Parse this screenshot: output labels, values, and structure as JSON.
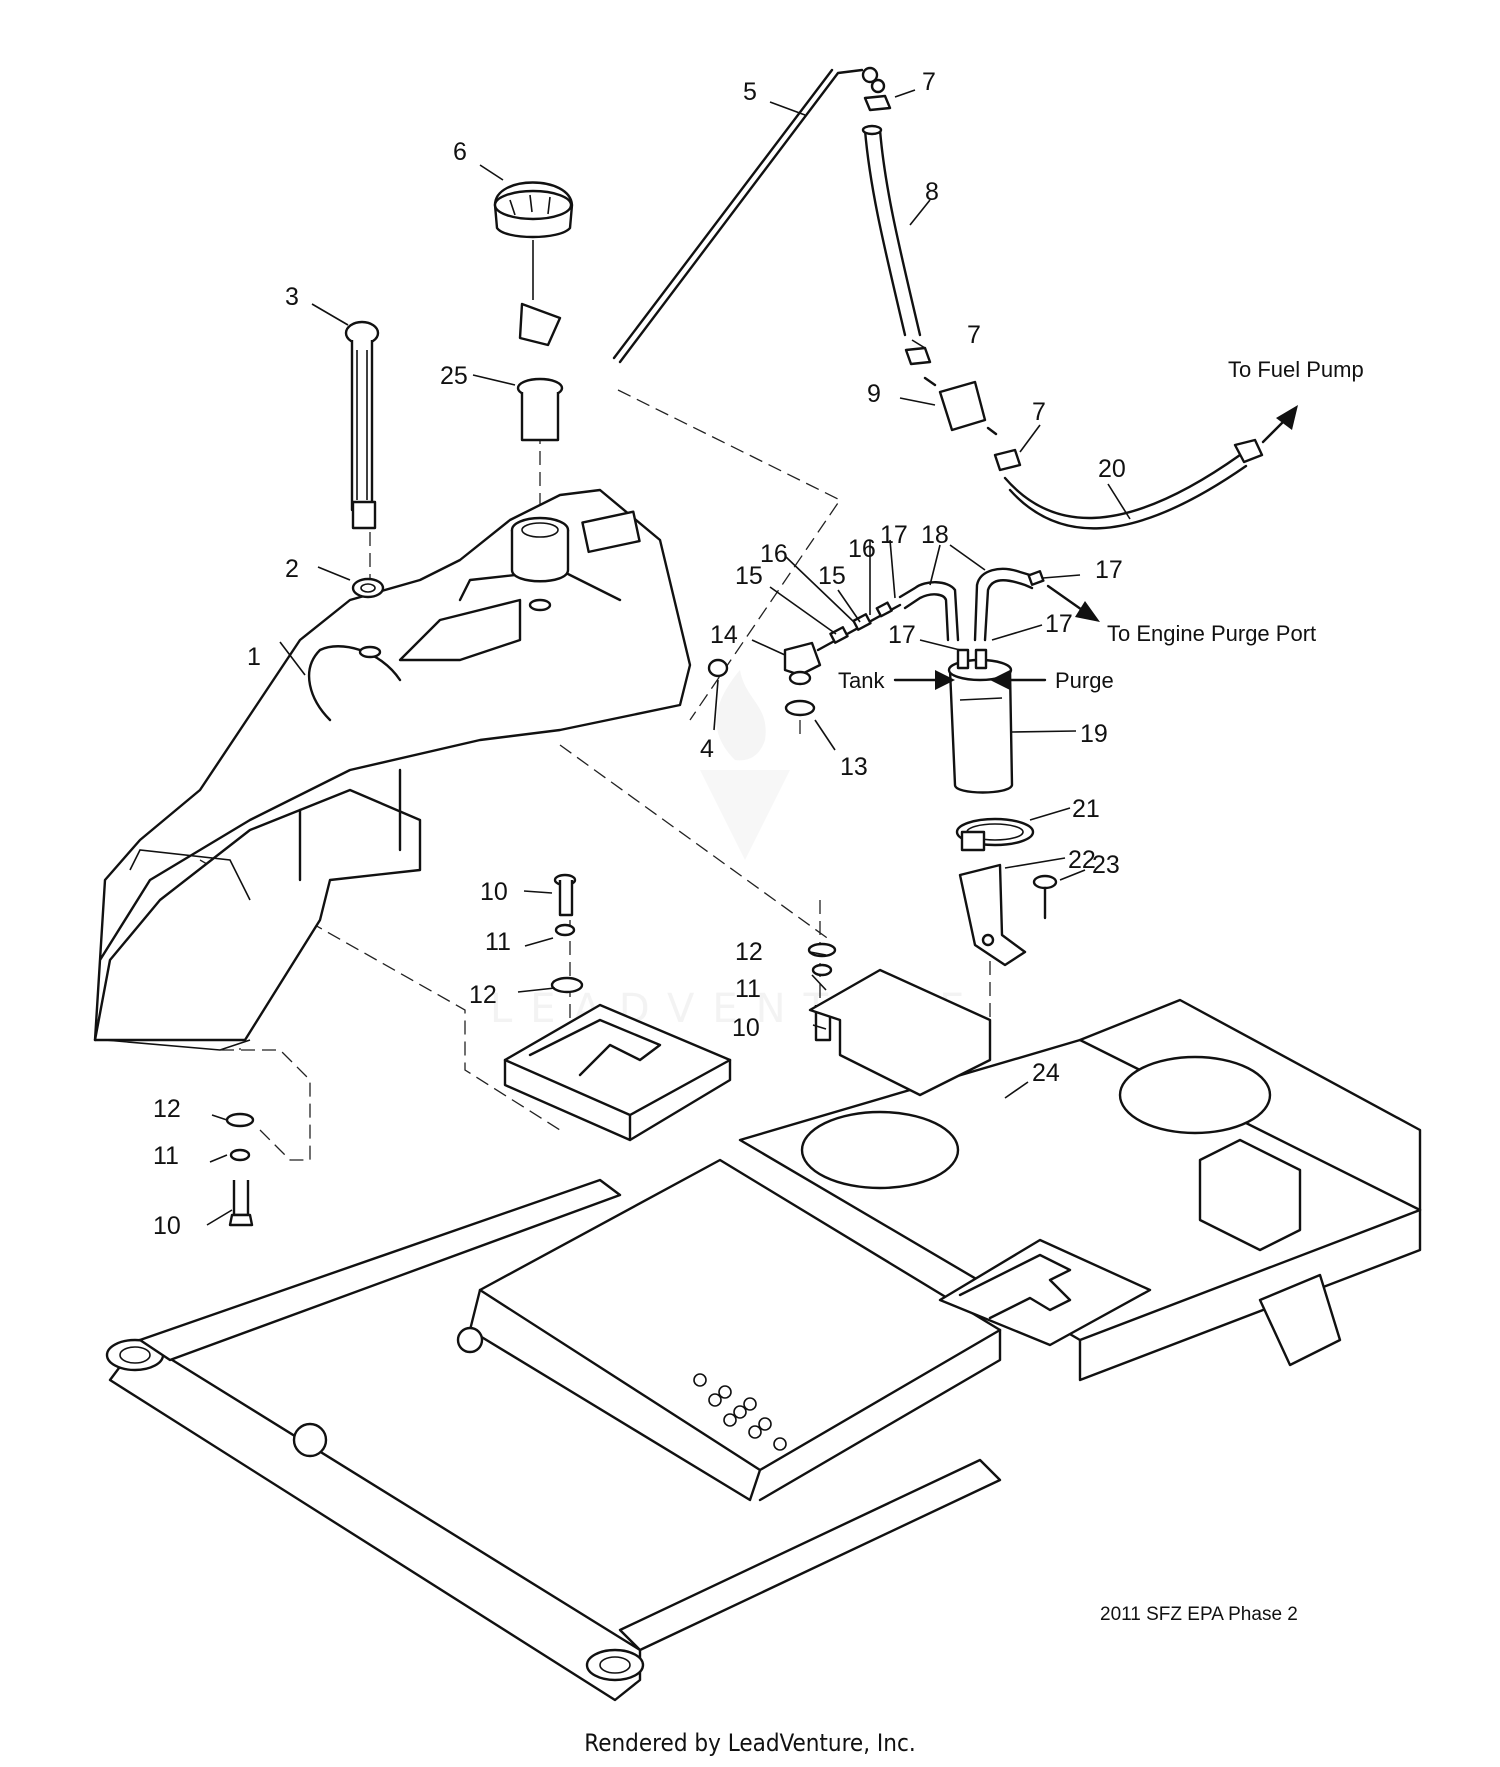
{
  "diagram": {
    "callouts": [
      "1",
      "2",
      "3",
      "4",
      "5",
      "6",
      "7",
      "7",
      "7",
      "8",
      "9",
      "10",
      "10",
      "10",
      "11",
      "11",
      "11",
      "12",
      "12",
      "12",
      "13",
      "14",
      "15",
      "15",
      "16",
      "16",
      "17",
      "17",
      "17",
      "17",
      "18",
      "19",
      "20",
      "21",
      "22",
      "23",
      "24",
      "25"
    ],
    "notes": {
      "fuel_pump": "To Fuel Pump",
      "engine_purge_port": "To Engine Purge Port",
      "tank": "Tank",
      "purge": "Purge"
    },
    "watermark": "LEADVENTURE",
    "diagram_id": "2011 SFZ EPA Phase 2",
    "footer": "Rendered by LeadVenture, Inc."
  }
}
